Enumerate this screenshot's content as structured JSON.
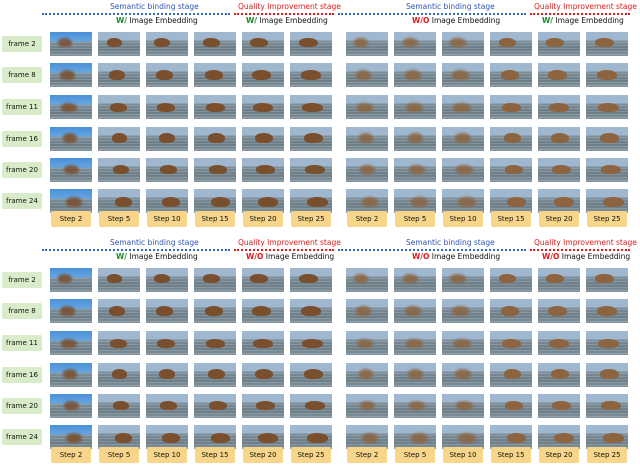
{
  "panels": [
    {
      "stage_semantic": "Semantic binding stage",
      "stage_quality": "Quality  Improvement stage",
      "emb_left_tag": "W/",
      "emb_left_text": " Image Embedding",
      "emb_right_tag": "W/",
      "emb_right_text": " Image Embedding"
    },
    {
      "stage_semantic": "Semantic binding stage",
      "stage_quality": "Quality  Improvement stage",
      "emb_left_tag": "W/O",
      "emb_left_text": " Image Embedding",
      "emb_right_tag": "W/",
      "emb_right_text": " Image Embedding"
    },
    {
      "stage_semantic": "Semantic binding stage",
      "stage_quality": "Quality  Improvement stage",
      "emb_left_tag": "W/",
      "emb_left_text": " Image Embedding",
      "emb_right_tag": "W/O",
      "emb_right_text": " Image Embedding"
    },
    {
      "stage_semantic": "Semantic binding stage",
      "stage_quality": "Quality  Improvement stage",
      "emb_left_tag": "W/O",
      "emb_left_text": " Image Embedding",
      "emb_right_tag": "W/O",
      "emb_right_text": " Image Embedding"
    }
  ],
  "frames": [
    "frame 2",
    "frame 8",
    "frame 11",
    "frame 16",
    "frame 20",
    "frame 24"
  ],
  "steps": [
    "Step 2",
    "Step 5",
    "Step 10",
    "Step 15",
    "Step 20",
    "Step 25"
  ]
}
